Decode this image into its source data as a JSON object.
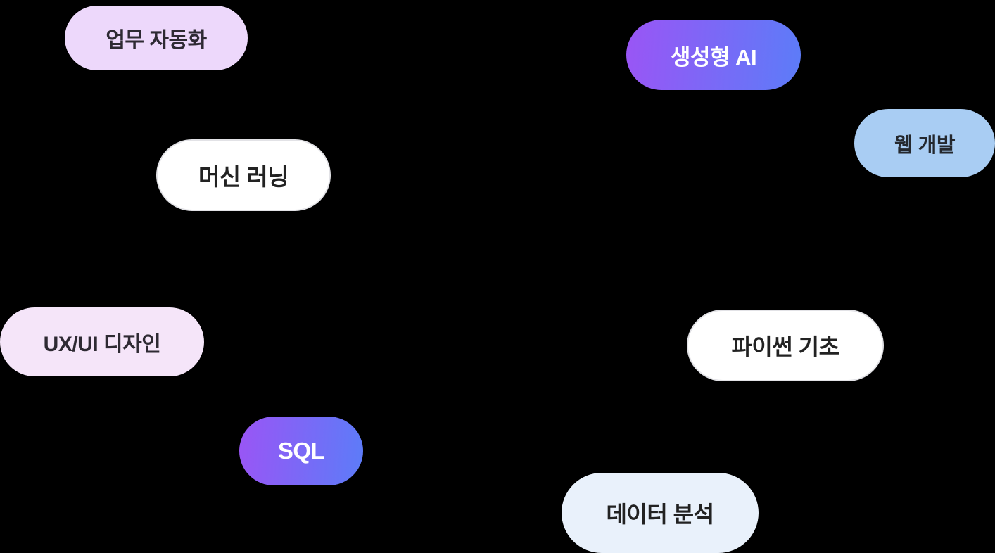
{
  "canvas": {
    "background_color": "#000000"
  },
  "palette": {
    "gradient_start": "#9a55f5",
    "gradient_end": "#5c7cf8",
    "lavender": "#edd8fb",
    "pink_lavender": "#f5e5f9",
    "light_blue": "#a9cdf3",
    "pale_blue": "#e9f1fb",
    "white_chip": "#ffffff",
    "chip_border": "#e2e2e6",
    "text_dark": "#222222",
    "text_light": "#ffffff"
  },
  "tags": [
    {
      "label": "업무 자동화"
    },
    {
      "label": "생성형 AI"
    },
    {
      "label": "웹 개발"
    },
    {
      "label": "머신 러닝"
    },
    {
      "label": "UX/UI 디자인"
    },
    {
      "label": "파이썬 기초"
    },
    {
      "label": "SQL"
    },
    {
      "label": "데이터 분석"
    }
  ]
}
